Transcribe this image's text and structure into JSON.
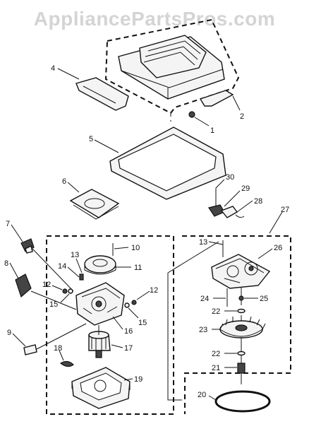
{
  "watermark": "AppliancePartsPros.com",
  "callouts": {
    "c1": "1",
    "c2": "2",
    "c4": "4",
    "c5": "5",
    "c6": "6",
    "c7": "7",
    "c8": "8",
    "c9": "9",
    "c10": "10",
    "c11": "11",
    "c12a": "12",
    "c12b": "12",
    "c13a": "13",
    "c13b": "13",
    "c14": "14",
    "c15a": "15",
    "c15b": "15",
    "c16": "16",
    "c17": "17",
    "c18": "18",
    "c19": "19",
    "c20": "20",
    "c21": "21",
    "c22a": "22",
    "c22b": "22",
    "c23": "23",
    "c24": "24",
    "c25": "25",
    "c26": "26",
    "c27": "27",
    "c28": "28",
    "c29": "29",
    "c30": "30"
  }
}
